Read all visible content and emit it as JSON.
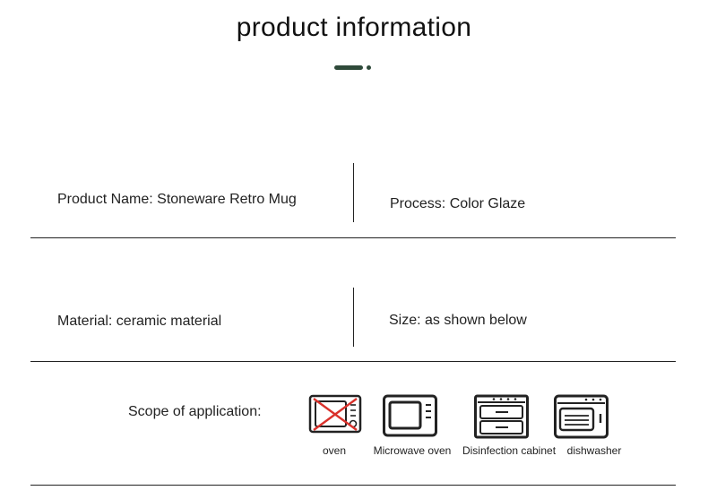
{
  "title": "product information",
  "accent_color": "#2f4a3a",
  "rows": [
    {
      "left": "Product Name: Stoneware Retro Mug",
      "right": "Process: Color Glaze"
    },
    {
      "left": "Material: ceramic material",
      "right": "Size: as shown below"
    }
  ],
  "scope": {
    "label": "Scope of application:",
    "items": [
      {
        "icon": "oven-crossed-icon",
        "label": "oven"
      },
      {
        "icon": "microwave-icon",
        "label": "Microwave oven"
      },
      {
        "icon": "disinfection-cabinet-icon",
        "label": "Disinfection cabinet"
      },
      {
        "icon": "dishwasher-icon",
        "label": "dishwasher"
      }
    ],
    "cross_color": "#d9312b"
  }
}
